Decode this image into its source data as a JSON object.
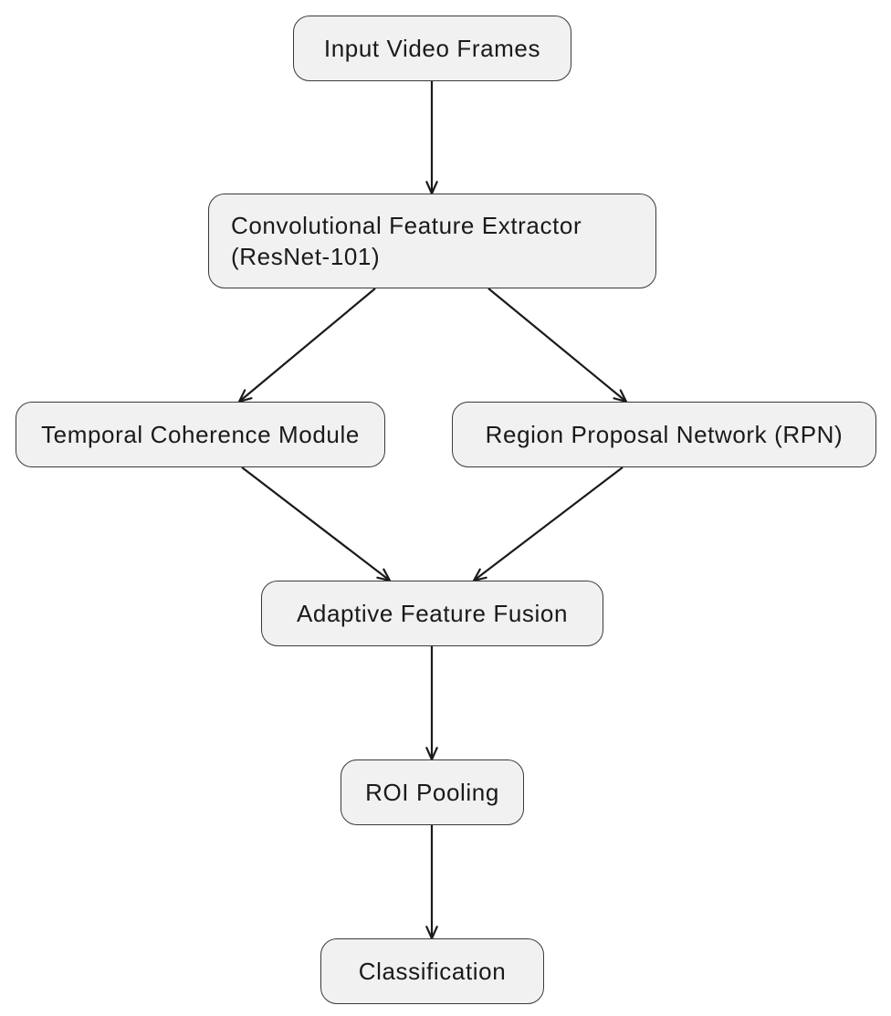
{
  "diagram": {
    "nodes": {
      "input": {
        "label": "Input Video Frames"
      },
      "extractor": {
        "line1": "Convolutional Feature Extractor",
        "line2": "(ResNet-101)"
      },
      "temporal": {
        "label": "Temporal Coherence Module"
      },
      "rpn": {
        "label": "Region Proposal Network (RPN)"
      },
      "fusion": {
        "label": "Adaptive Feature Fusion"
      },
      "roi": {
        "label": "ROI Pooling"
      },
      "classification": {
        "label": "Classification"
      }
    },
    "edges": [
      {
        "from": "input",
        "to": "extractor"
      },
      {
        "from": "extractor",
        "to": "temporal"
      },
      {
        "from": "extractor",
        "to": "rpn"
      },
      {
        "from": "temporal",
        "to": "fusion"
      },
      {
        "from": "rpn",
        "to": "fusion"
      },
      {
        "from": "fusion",
        "to": "roi"
      },
      {
        "from": "roi",
        "to": "classification"
      }
    ],
    "colors": {
      "node_fill": "#f1f1f1",
      "node_border": "#3a3a3a",
      "edge": "#1a1a1a"
    }
  }
}
